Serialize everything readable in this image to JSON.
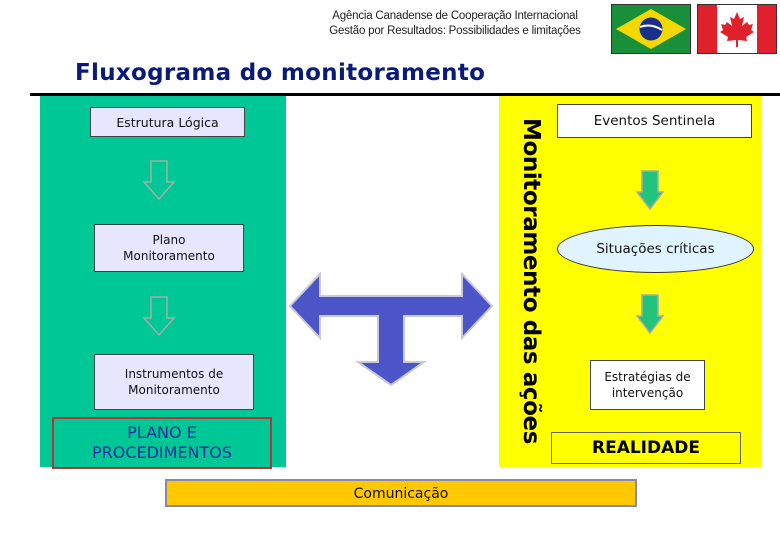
{
  "header": {
    "line1": "Agência Canadense de Cooperação Internacional",
    "line2": "Gestão por Resultados: Possibilidades e limitações"
  },
  "title": "Fluxograma do monitoramento",
  "left_column": {
    "estrutura": "Estrutura Lógica",
    "plano_line1": "Plano",
    "plano_line2": "Monitoramento",
    "instrumentos_line1": "Instrumentos de",
    "instrumentos_line2": "Monitoramento",
    "plano_proc_line1": "PLANO E",
    "plano_proc_line2": "PROCEDIMENTOS"
  },
  "right_column": {
    "eventos": "Eventos Sentinela",
    "situacoes": "Situações críticas",
    "estrategias_line1": "Estratégias de",
    "estrategias_line2": "intervenção",
    "realidade": "REALIDADE"
  },
  "vertical_label": "Monitoramento das ações",
  "comunicacao": "Comunicação",
  "colors": {
    "left_panel": "#00c796",
    "right_panel": "#ffff00",
    "connector": "#4b55c8",
    "down_arrow_right": "#22c37a",
    "title": "#0a1a78"
  }
}
